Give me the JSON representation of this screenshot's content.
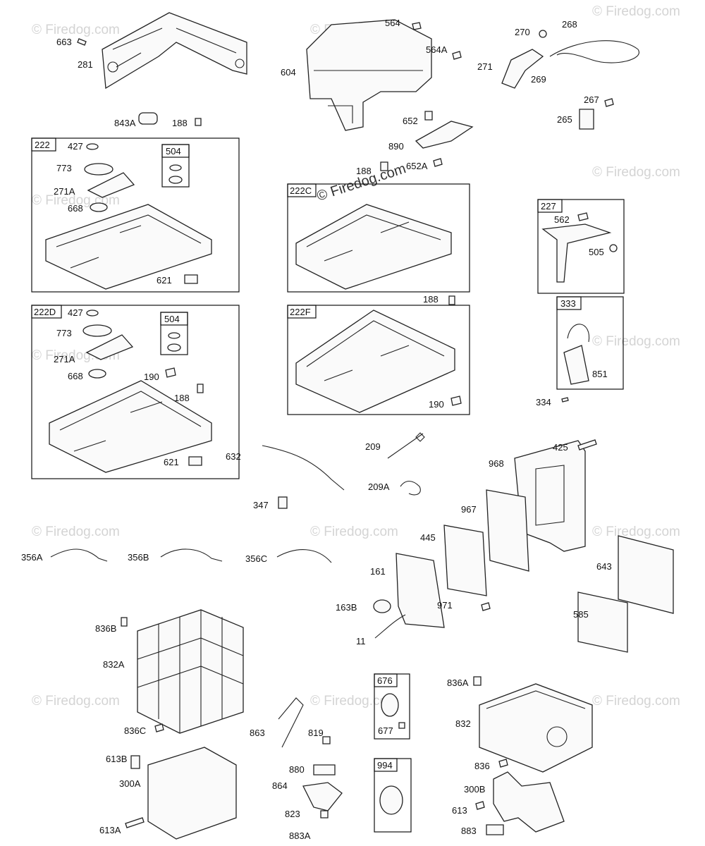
{
  "watermark": "© Firedog.com",
  "labels": {
    "l663": "663",
    "l281": "281",
    "l564": "564",
    "l564A": "564A",
    "l604": "604",
    "l270": "270",
    "l268": "268",
    "l271": "271",
    "l269": "269",
    "l267": "267",
    "l265": "265",
    "l843A": "843A",
    "l188a": "188",
    "l652": "652",
    "l890": "890",
    "l652A": "652A",
    "l188b": "188",
    "l427a": "427",
    "l773a": "773",
    "l271Aa": "271A",
    "l668a": "668",
    "l621a": "621",
    "l562": "562",
    "l505": "505",
    "l427b": "427",
    "l773b": "773",
    "l271Ab": "271A",
    "l668b": "668",
    "l190a": "190",
    "l188c": "188",
    "l621b": "621",
    "l188d": "188",
    "l190b": "190",
    "l851": "851",
    "l334": "334",
    "l632": "632",
    "l209": "209",
    "l209A": "209A",
    "l347": "347",
    "l425": "425",
    "l968": "968",
    "l967": "967",
    "l445": "445",
    "l161": "161",
    "l643": "643",
    "l356A": "356A",
    "l356B": "356B",
    "l356C": "356C",
    "l163B": "163B",
    "l971": "971",
    "l11": "11",
    "l585": "585",
    "l836B": "836B",
    "l832A": "832A",
    "l836C": "836C",
    "l613B": "613B",
    "l300A": "300A",
    "l613A": "613A",
    "l863": "863",
    "l819": "819",
    "l880": "880",
    "l864": "864",
    "l823": "823",
    "l883A": "883A",
    "l677": "677",
    "l836A": "836A",
    "l832": "832",
    "l836": "836",
    "l300B": "300B",
    "l613": "613",
    "l883": "883"
  },
  "boxes": {
    "b222": "222",
    "b504a": "504",
    "b222C": "222C",
    "b227": "227",
    "b222D": "222D",
    "b504b": "504",
    "b222F": "222F",
    "b333": "333",
    "b676": "676",
    "b994": "994"
  }
}
